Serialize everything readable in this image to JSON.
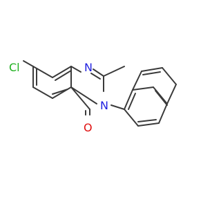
{
  "molecule": {
    "atom_labels": {
      "chlorine": "Cl",
      "nitrogen_ring": "N",
      "nitrogen_substituted": "N",
      "oxygen": "O"
    },
    "colors": {
      "bond": "#3a3a3a",
      "chlorine": "#1fb01f",
      "nitrogen": "#2020e0",
      "oxygen": "#e01010"
    }
  }
}
